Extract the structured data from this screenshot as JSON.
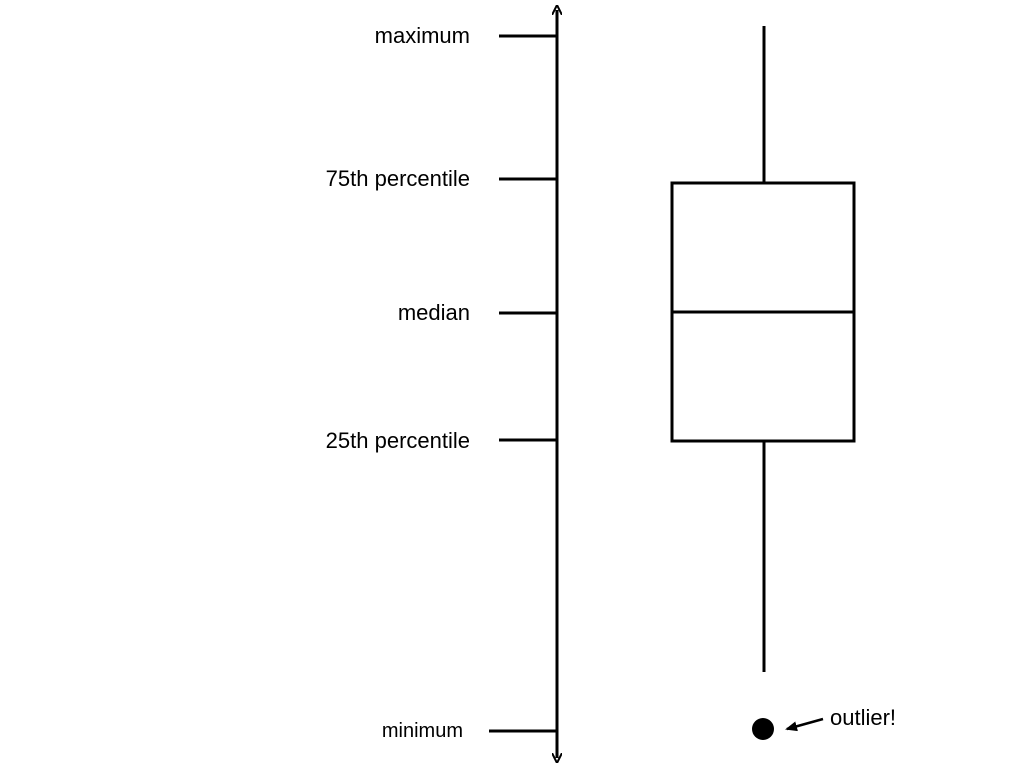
{
  "labels": {
    "maximum": "maximum",
    "p75": "75th percentile",
    "median": "median",
    "p25": "25th percentile",
    "minimum": "minimum",
    "outlier": "outlier!"
  },
  "colors": {
    "stroke": "#000000",
    "background": "#ffffff"
  }
}
